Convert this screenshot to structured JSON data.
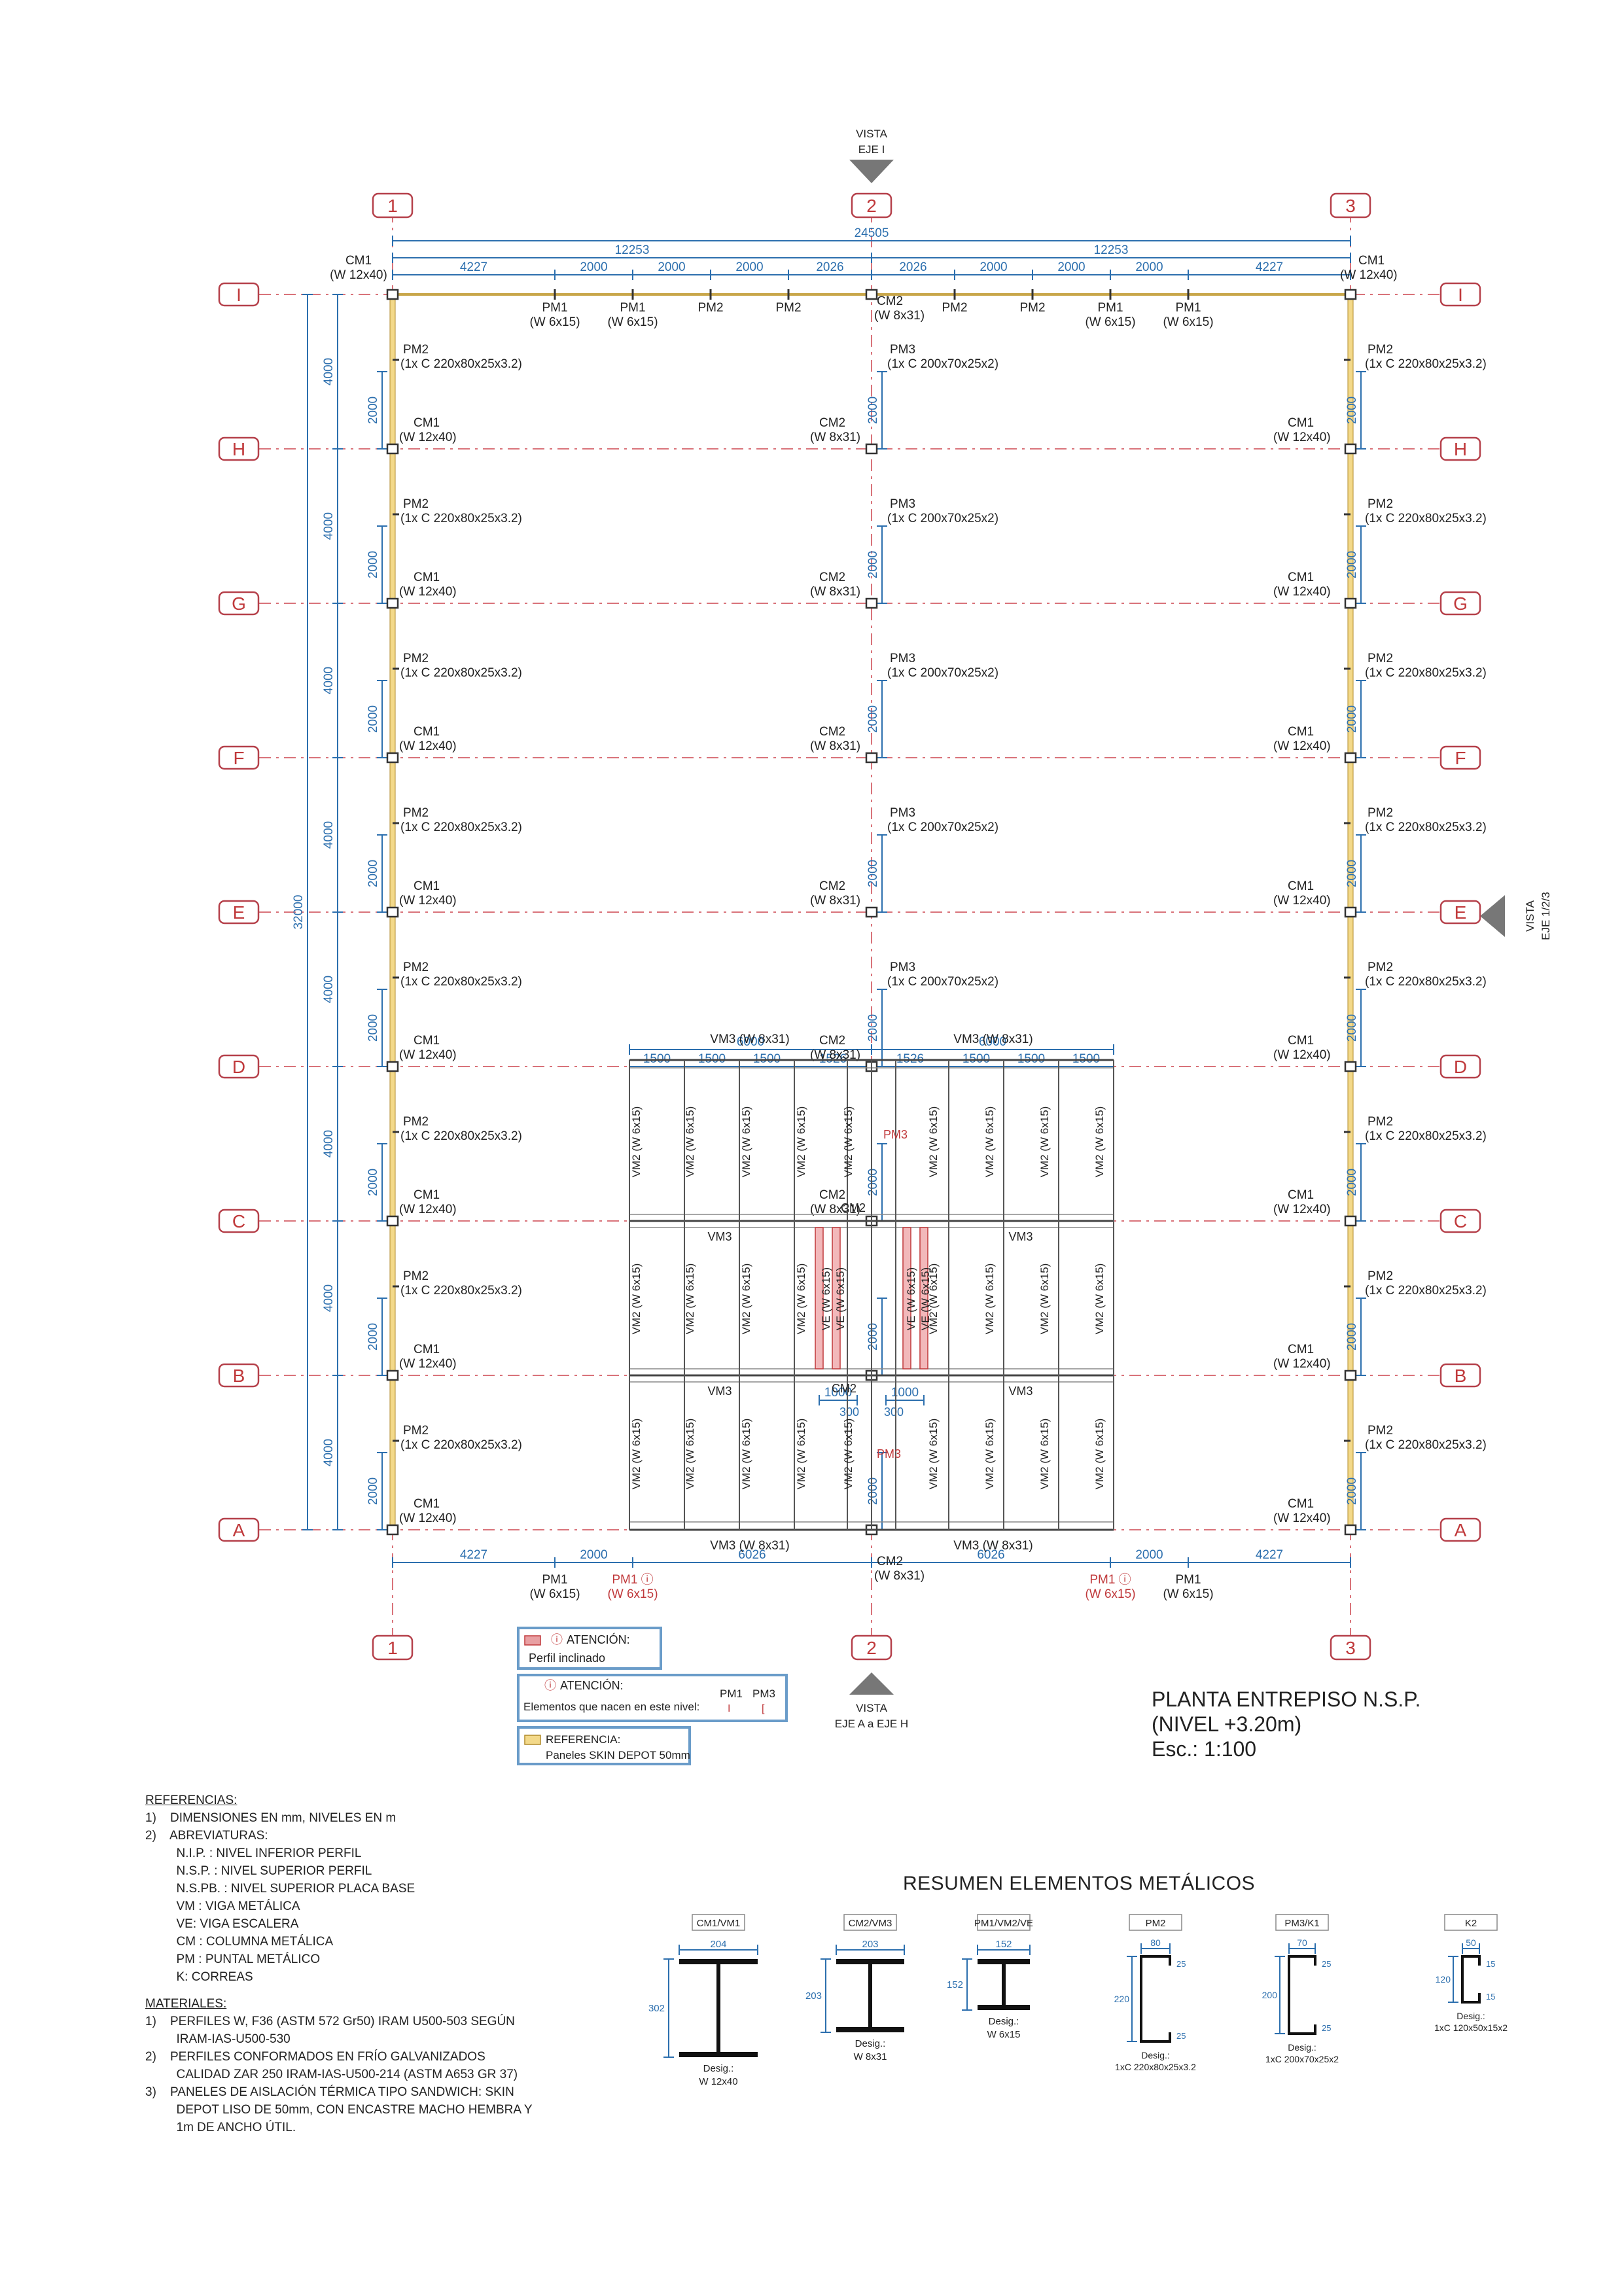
{
  "view_top": {
    "line1": "VISTA",
    "line2": "EJE I"
  },
  "view_bottom": {
    "line1": "VISTA",
    "line2": "EJE A a EJE H"
  },
  "view_right": {
    "line1": "VISTA",
    "line2": "EJE 1/2/3"
  },
  "axes_numeric": [
    "1",
    "2",
    "3"
  ],
  "axes_letters": [
    "I",
    "H",
    "G",
    "F",
    "E",
    "D",
    "C",
    "B",
    "A"
  ],
  "dims_top": {
    "total": "24505",
    "half_left": "12253",
    "half_right": "12253",
    "segments": [
      "4227",
      "2000",
      "2000",
      "2000",
      "2026",
      "2026",
      "2000",
      "2000",
      "2000",
      "4227"
    ]
  },
  "dims_bottom": {
    "segments": [
      "4227",
      "2000",
      "6026",
      "6026",
      "2000",
      "4227"
    ]
  },
  "dims_left": {
    "total": "32000",
    "bay": "4000",
    "half": "2000"
  },
  "dims_stair": {
    "top": [
      "6000",
      "6000"
    ],
    "sub": [
      "1500",
      "1500",
      "1500",
      "1526",
      "1526",
      "1500",
      "1500",
      "1500"
    ],
    "mid": [
      "1000",
      "1000",
      "300",
      "300",
      "2000"
    ]
  },
  "labels": {
    "cm1": "CM1",
    "cm1_sec": "(W 12x40)",
    "cm2": "CM2",
    "cm2_sec": "(W 8x31)",
    "pm1": "PM1",
    "pm1_sec": "(W 6x15)",
    "pm2": "PM2",
    "pm2_sec": "(1x C 220x80x25x3.2)",
    "pm3": "PM3",
    "pm3_sec": "(1x C 200x70x25x2)",
    "vm3": "VM3 (W 8x31)",
    "vm3_short": "VM3",
    "vm2": "VM2 (W 6x15)",
    "ve": "VE (W 6x15)",
    "info_mark": "ⓘ"
  },
  "legend": {
    "attention_title": "ATENCIÓN:",
    "attention_text": "Perfil inclinado",
    "attention2_title": "ATENCIÓN:",
    "attention2_text": "Elementos que nacen en este nivel:",
    "attention2_pm1": "PM1",
    "attention2_pm3": "PM3",
    "ref_title": "REFERENCIA:",
    "ref_text": "Paneles SKIN DEPOT 50mm"
  },
  "title": {
    "line1": "PLANTA ENTREPISO N.S.P.",
    "line2": "(NIVEL +3.20m)",
    "line3": "Esc.: 1:100"
  },
  "notes": {
    "ref_heading": "REFERENCIAS:",
    "ref_lines": [
      "1)    DIMENSIONES EN mm, NIVELES EN m",
      "2)    ABREVIATURAS:",
      "         N.I.P. : NIVEL INFERIOR PERFIL",
      "         N.S.P. : NIVEL SUPERIOR PERFIL",
      "         N.S.PB. : NIVEL SUPERIOR PLACA BASE",
      "         VM : VIGA METÁLICA",
      "         VE: VIGA ESCALERA",
      "         CM : COLUMNA METÁLICA",
      "         PM : PUNTAL METÁLICO",
      "         K: CORREAS"
    ],
    "mat_heading": "MATERIALES:",
    "mat_lines": [
      "1)    PERFILES W, F36 (ASTM 572 Gr50) IRAM U500-503 SEGÚN",
      "         IRAM-IAS-U500-530",
      "2)    PERFILES CONFORMADOS EN FRÍO GALVANIZADOS",
      "         CALIDAD ZAR 250 IRAM-IAS-U500-214 (ASTM A653 GR 37)",
      "3)    PANELES DE AISLACIÓN TÉRMICA TIPO SANDWICH: SKIN",
      "         DEPOT LISO DE 50mm, CON ENCASTRE MACHO HEMBRA Y",
      "         1m DE ANCHO ÚTIL."
    ]
  },
  "summary": {
    "title": "RESUMEN ELEMENTOS METÁLICOS",
    "profiles": [
      {
        "tag": "CM1/VM1",
        "width": "204",
        "height": "302",
        "desig1": "Desig.:",
        "desig2": "W 12x40"
      },
      {
        "tag": "CM2/VM3",
        "width": "203",
        "height": "203",
        "desig1": "Desig.:",
        "desig2": "W 8x31"
      },
      {
        "tag": "PM1/VM2/VE",
        "width": "152",
        "height": "152",
        "desig1": "Desig.:",
        "desig2": "W 6x15"
      },
      {
        "tag": "PM2",
        "width": "80",
        "height": "220",
        "lip": "25",
        "desig1": "Desig.:",
        "desig2": "1xC 220x80x25x3.2"
      },
      {
        "tag": "PM3/K1",
        "width": "70",
        "height": "200",
        "lip": "25",
        "desig1": "Desig.:",
        "desig2": "1xC 200x70x25x2"
      },
      {
        "tag": "K2",
        "width": "50",
        "height": "120",
        "lip": "15",
        "desig1": "Desig.:",
        "desig2": "1xC 120x50x15x2"
      }
    ]
  },
  "colors": {
    "axis": "#d9737a",
    "dimension": "#2c6fae",
    "alert": "#c0393b",
    "panel": "#f3d98a",
    "frame": "#6a9cc9"
  }
}
